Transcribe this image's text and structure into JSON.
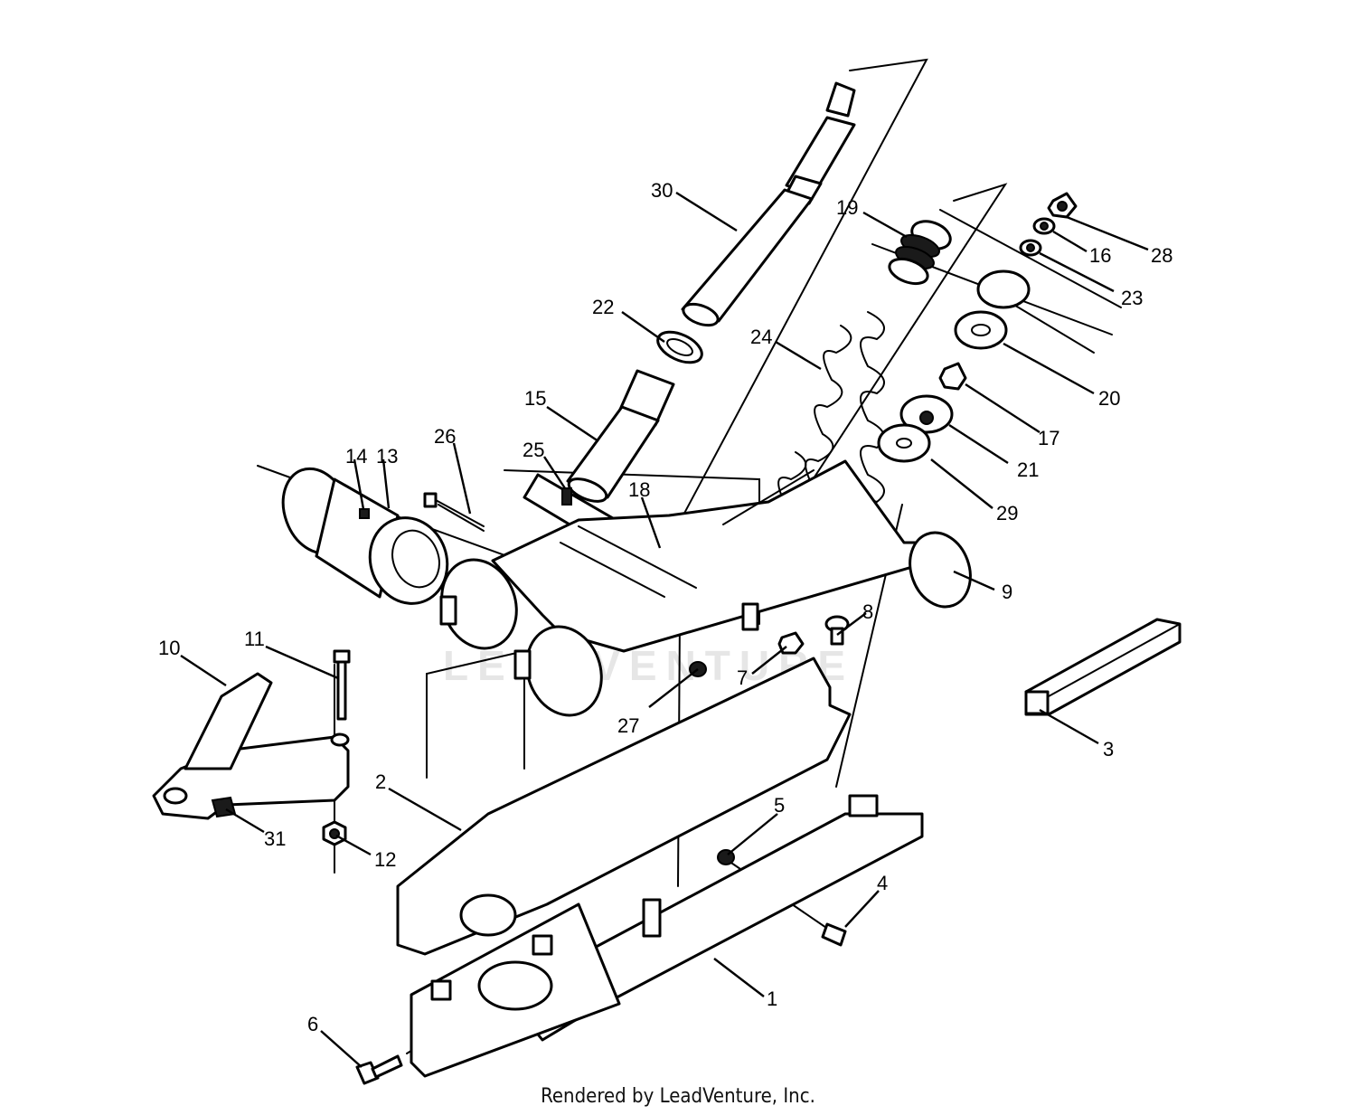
{
  "watermark": "LEADVENTURE",
  "footer": "Rendered by LeadVenture, Inc.",
  "callouts": [
    "1",
    "2",
    "3",
    "4",
    "5",
    "6",
    "7",
    "8",
    "9",
    "10",
    "11",
    "12",
    "13",
    "14",
    "15",
    "16",
    "17",
    "18",
    "19",
    "20",
    "21",
    "22",
    "23",
    "24",
    "25",
    "26",
    "27",
    "28",
    "29",
    "30",
    "31"
  ]
}
